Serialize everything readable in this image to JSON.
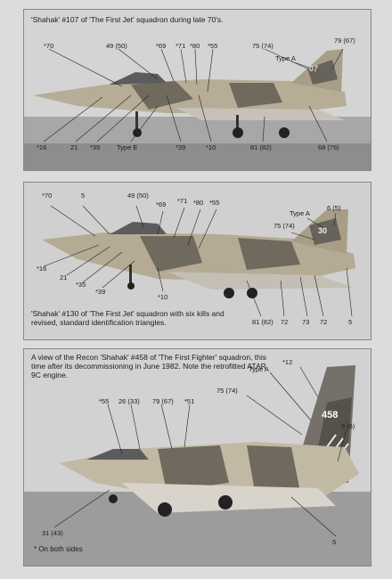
{
  "panel1": {
    "caption": "'Shahak' #107 of 'The First Jet' squadron during late 70's.",
    "labels": [
      "*70",
      "49 (50)",
      "*69",
      "*71",
      "*80",
      "*55",
      "75 (74)",
      "Type A",
      "79 (67)",
      "*16",
      "21",
      "*35",
      "Type E",
      "*39",
      "*10",
      "81 (82)",
      "68 (76)"
    ],
    "tail_number": "07"
  },
  "panel2": {
    "caption": "'Shahak' #130 of 'The First Jet' squadron with six kills and revised, standard identification triangles.",
    "labels": [
      "*70",
      "5",
      "49 (50)",
      "*69",
      "*71",
      "*80",
      "*55",
      "Type A",
      "6 (5)",
      "75 (74)",
      "*16",
      "21",
      "*35",
      "*39",
      "*10",
      "81 (82)",
      "72",
      "73",
      "72",
      "5"
    ],
    "tail_number": "30"
  },
  "panel3": {
    "caption": "A view of the Recon 'Shahak' #458 of 'The First Fighter' squadron, this time after its decommissioning in June 1982. Note the retrofitted ATAR 9C engine.",
    "labels": [
      "*12",
      "Type A",
      "75 (74)",
      "*55",
      "26 (33)",
      "79 (67)",
      "*51",
      "9 (6)",
      "31 (43)",
      "5"
    ],
    "tail_number": "458"
  },
  "footnote": "* On both sides",
  "colors": {
    "page": "#dcdcdc",
    "panel": "#c9c9c9",
    "camo_light": "#b5aa93",
    "camo_dark": "#6f6a5d",
    "sky": "#d6d6d6"
  }
}
